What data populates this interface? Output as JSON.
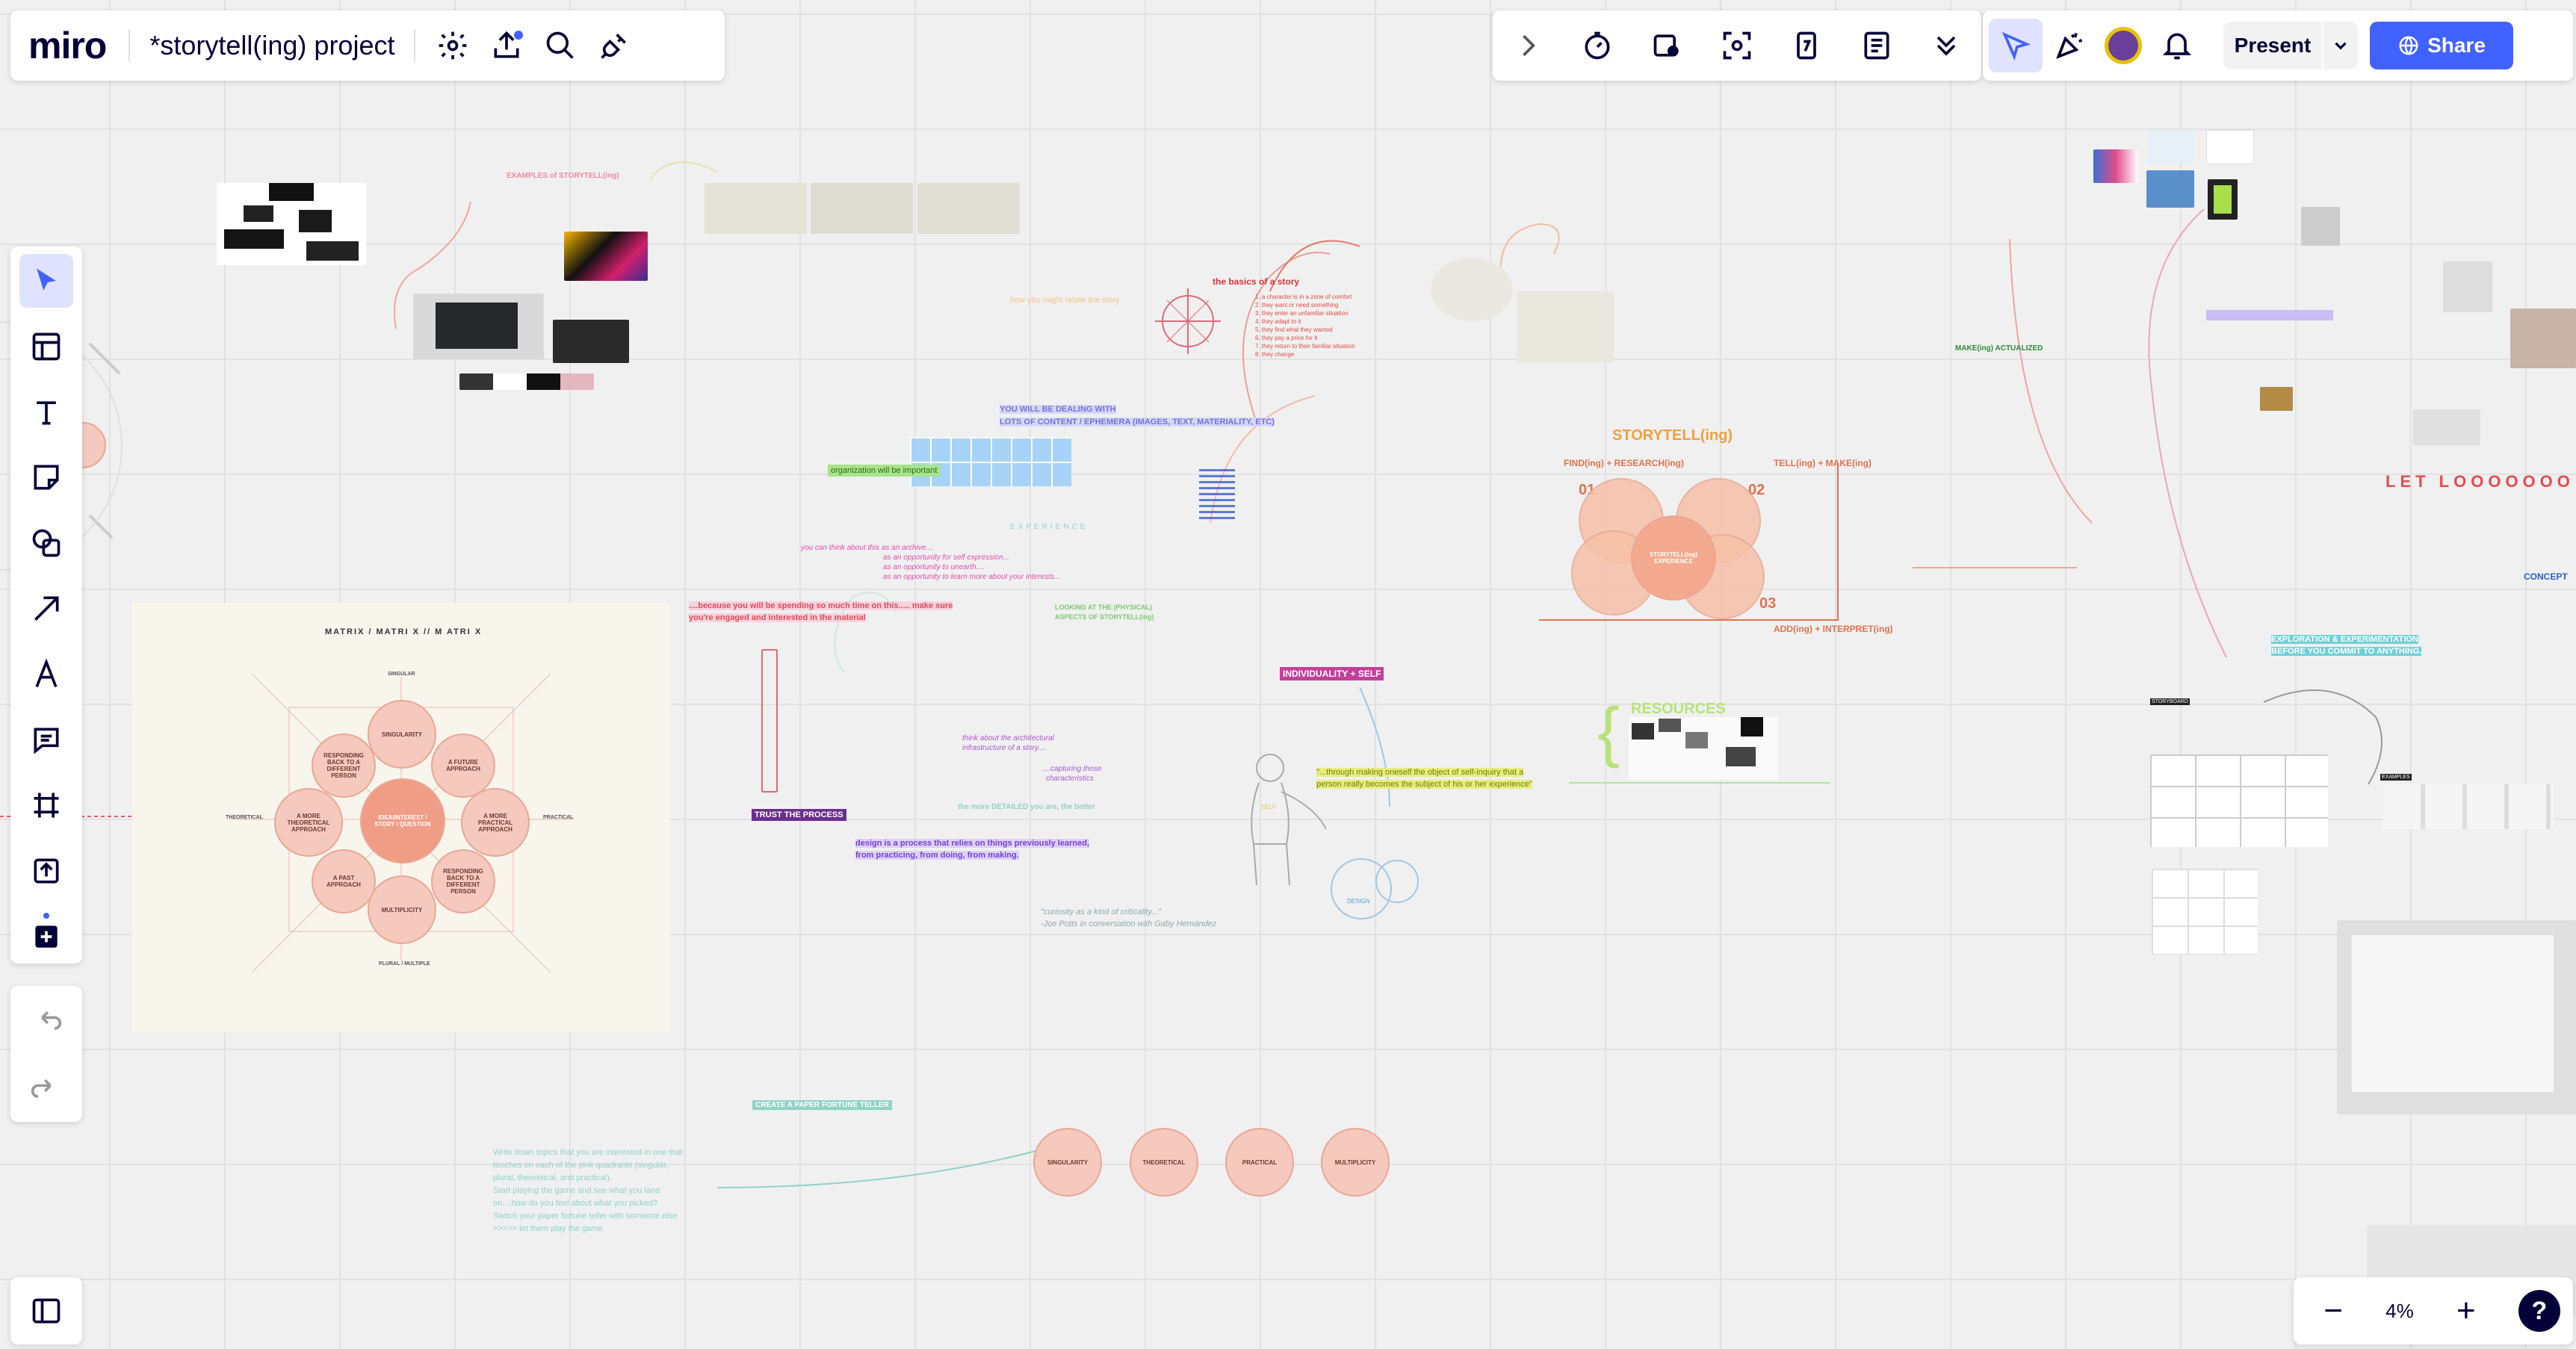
{
  "app": {
    "logo": "miro",
    "board_title": "*storytell(ing) project"
  },
  "toolbar": {
    "present_label": "Present",
    "share_label": "Share"
  },
  "zoom": {
    "level": "4%",
    "minus": "−",
    "plus": "+",
    "help": "?"
  },
  "colors": {
    "accent": "#4262ff",
    "canvas": "#f0f0f0"
  },
  "board": {
    "examples_title": "EXAMPLES of STORYTELL(ing)",
    "how_relate": "how you might relate the story",
    "basics_title": "the basics of a story",
    "basics_items": [
      "1. a character is in a zone of comfort",
      "2. they want or need something",
      "3. they enter an unfamiliar situation",
      "4. they adapt to it",
      "5. they find what they wanted",
      "6. they pay a price for it",
      "7. they return to their familiar situation",
      "8. they change"
    ],
    "dealing_line1": "YOU WILL BE DEALING WITH",
    "dealing_line2": "LOTS OF CONTENT / EPHEMERA (IMAGES, TEXT, MATERIALITY, ETC)",
    "organization": "organization will be important",
    "experience": "EXPERIENCE",
    "archive_lines": [
      "you can think about this as an archive....",
      "as an opportunity for self expression...",
      "as an opportunity to unearth....",
      "as an opportunity to learn more about your interests..."
    ],
    "spending_line1": "....because you will be spending so much time on this..... make sure",
    "spending_line2": "you're engaged and interested in the material",
    "looking_line1": "LOOKING AT THE (PHYSICAL)",
    "looking_line2": "ASPECTS OF STORYTELL(ing)",
    "think_arch_1": "think about the architectural",
    "think_arch_2": "infrastructure of a story....",
    "capturing_1": "....capturing those",
    "capturing_2": "characteristics",
    "trust": "TRUST THE PROCESS",
    "detailed": "the more DETAILED you are, the better",
    "design_line1": "design is a process that relies on things previously learned,",
    "design_line2": "from practicing, from doing, from making.",
    "curiosity_1": "\"curiosity as a kind of criticality...\"",
    "curiosity_2": "-Joe Potts in conversation with Gaby Hernández",
    "individuality": "INDIVIDUALITY + SELF",
    "quote_line1": "\"...through making oneself the object of self-inquiry that a",
    "quote_line2": "person really becomes the subject of his or her experience\"",
    "design_label": "DESIGN",
    "self_label": "SELF",
    "storytelling_title": "STORYTELL(ing)",
    "finding": "FIND(ing) + RESEARCH(ing)",
    "telling": "TELL(ing) + MAKE(ing)",
    "adding": "ADD(ing) + INTERPRET(ing)",
    "num01": "01",
    "num02": "02",
    "num03": "03",
    "storytelling_experience": "STORYTELL(ing) EXPERIENCE",
    "resources": "RESOURCES",
    "making_actualized": "MAKE(ing) ACTUALIZED",
    "let_loose": "LET LOOOOOOO",
    "concept": "CONCEPT",
    "exploration_1": "EXPLORATION & EXPERIMENTATION",
    "exploration_2": "BEFORE YOU COMMIT TO ANYTHING.",
    "storyboard": "STORYBOARD",
    "examples_label": "EXAMPLES",
    "fortune_title": "CREATE A PAPER FORTUNE TELLER",
    "fortune_steps": [
      "Write down topics that you are interested in one that",
      "touches on each of the pink quadrants (singular,",
      "plural, theoretical, and practical).",
      "Start playing the game and see what you land",
      "on....how do you feel about what you picked?",
      "Switch your paper fortune teller with someone else",
      ">>>>> let them play the game"
    ],
    "fortune_circles": [
      "SINGULARITY",
      "THEORETICAL",
      "PRACTICAL",
      "MULTIPLICITY"
    ],
    "matrix_title": "MATRIX / MATRI X // M ATRI X",
    "matrix_center": "IDEA/INTEREST / STORY / QUESTION",
    "matrix_nodes": [
      "SINGULARITY",
      "A FUTURE APPROACH",
      "A MORE PRACTICAL APPROACH",
      "RESPONDING BACK TO A DIFFERENT PERSON",
      "MULTIPLICITY",
      "A PAST APPROACH",
      "A MORE THEORETICAL APPROACH",
      "RESPONDING BACK TO A DIFFERENT PERSON"
    ],
    "matrix_axes": [
      "SINGULAR",
      "PRACTICAL",
      "PLURAL / MULTIPLE",
      "THEORETICAL"
    ]
  }
}
